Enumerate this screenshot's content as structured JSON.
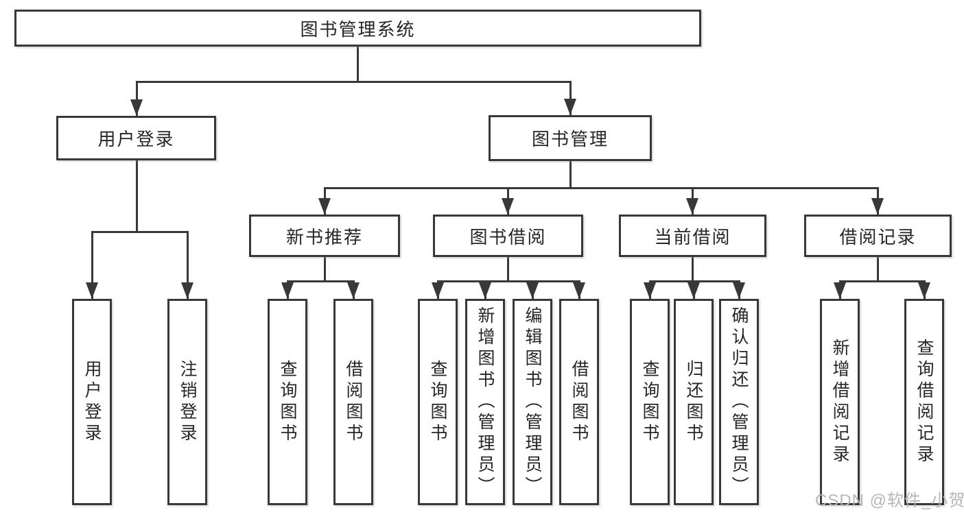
{
  "diagram": {
    "title": "图书管理系统",
    "nodes": {
      "root": "图书管理系统",
      "user_login": "用户登录",
      "book_mgmt": "图书管理",
      "new_book_rec": "新书推荐",
      "book_borrow": "图书借阅",
      "current_borrow": "当前借阅",
      "borrow_records": "借阅记录",
      "leaf_user_login": "用户登录",
      "leaf_logout": "注销登录",
      "leaf_query_book_rec": "查询图书",
      "leaf_borrow_book_rec": "借阅图书",
      "leaf_query_book_borrow": "查询图书",
      "leaf_add_book_admin": "新增图书（管理员）",
      "leaf_edit_book_admin": "编辑图书（管理员）",
      "leaf_borrow_book_borrow": "借阅图书",
      "leaf_query_book_current": "查询图书",
      "leaf_return_book": "归还图书",
      "leaf_confirm_return_admin": "确认归还（管理员）",
      "leaf_add_borrow_record": "新增借阅记录",
      "leaf_query_borrow_record": "查询借阅记录"
    },
    "watermark": "CSDN @软件_小贺同学",
    "colors": {
      "line": "#383838",
      "text": "#262626",
      "watermark": "#b6b6b6",
      "box_background": "#ffffff"
    }
  }
}
